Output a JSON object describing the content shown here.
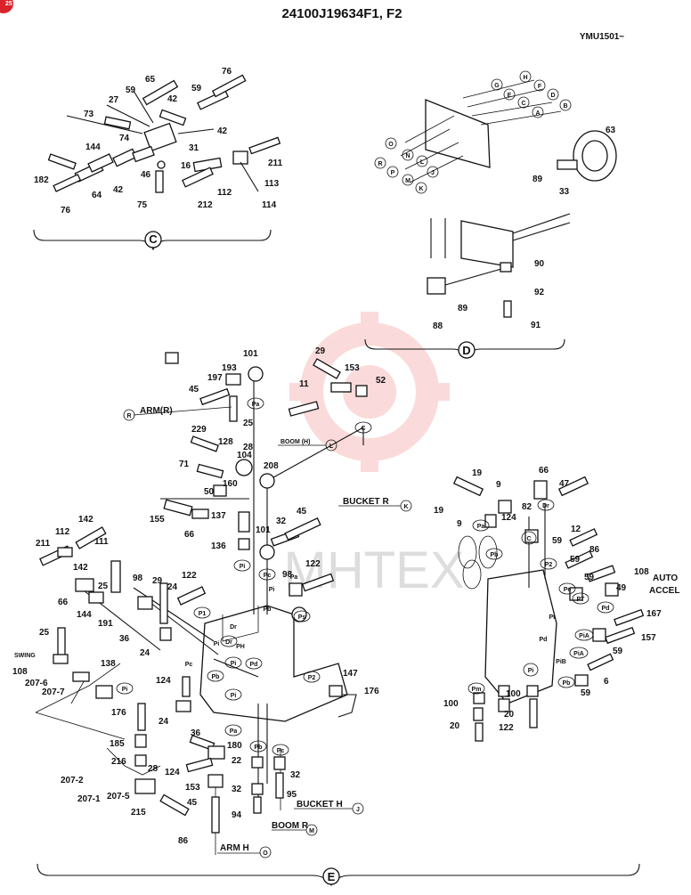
{
  "header": {
    "title": "24100J19634F1, F2",
    "model_range": "YMU1501~"
  },
  "watermark": "MHTEX",
  "sections": [
    {
      "id": "C",
      "label": "C"
    },
    {
      "id": "D",
      "label": "D"
    },
    {
      "id": "E",
      "label": "E"
    }
  ],
  "callouts": {
    "c": [
      "76",
      "65",
      "59",
      "59",
      "27",
      "42",
      "73",
      "74",
      "42",
      "31",
      "144",
      "16",
      "211",
      "182",
      "46",
      "64",
      "42",
      "113",
      "76",
      "75",
      "212",
      "112",
      "114"
    ],
    "d": [
      "H",
      "G",
      "F",
      "E",
      "D",
      "C",
      "B",
      "A",
      "O",
      "N",
      "L",
      "P",
      "J",
      "R",
      "M",
      "K",
      "63",
      "89",
      "33",
      "90",
      "89",
      "92",
      "88",
      "91"
    ],
    "e_top": [
      "101",
      "29",
      "193",
      "197",
      "153",
      "45",
      "11",
      "52",
      "25",
      "229",
      "128",
      "28",
      "104",
      "208",
      "71",
      "160",
      "50",
      "137",
      "155",
      "66",
      "32",
      "45",
      "136",
      "101",
      "122",
      "98"
    ],
    "e_left": [
      "142",
      "112",
      "211",
      "111",
      "142",
      "25",
      "29",
      "98",
      "24",
      "122",
      "66",
      "144",
      "191",
      "36",
      "24",
      "25",
      "108",
      "207-6",
      "207-7",
      "138",
      "124",
      "176",
      "24",
      "185",
      "216",
      "28",
      "207-2",
      "207-1",
      "207-5",
      "215",
      "36",
      "180",
      "22",
      "124",
      "153",
      "32",
      "32",
      "45",
      "94",
      "95",
      "86",
      "147",
      "176"
    ],
    "e_right": [
      "19",
      "9",
      "66",
      "47",
      "19",
      "9",
      "124",
      "82",
      "12",
      "59",
      "86",
      "108",
      "59",
      "49",
      "167",
      "157",
      "59",
      "59",
      "6",
      "59",
      "100",
      "100",
      "20",
      "20",
      "122"
    ]
  },
  "port_labels": [
    "Pi",
    "Pi",
    "Pi",
    "Pi",
    "Dr",
    "Dr",
    "Pa",
    "Pc",
    "Pb",
    "Pd",
    "P1",
    "P2",
    "Pa",
    "Pb",
    "Pc",
    "Pc",
    "Pi",
    "PH",
    "PT",
    "Pd",
    "Pi",
    "Pe",
    "Pb",
    "Pa",
    "Pb",
    "P2",
    "Dr",
    "Pa",
    "Pb",
    "C",
    "C",
    "Ps",
    "Pi",
    "PiA",
    "PiA",
    "Pt",
    "Pd",
    "PiB",
    "Pm"
  ],
  "route_labels": {
    "arm_r": "ARM(R)",
    "boom_h": "BOOM (H)",
    "bucket_r": "BUCKET R",
    "bucket_h": "BUCKET H",
    "boom_r": "BOOM R",
    "arm_h": "ARM H",
    "swing": "SWING",
    "auto_accel_1": "AUTO",
    "auto_accel_2": "ACCEL"
  },
  "route_markers": {
    "arm_r": "R",
    "boom_h": "L",
    "bucket_r": "K",
    "bucket_h": "J",
    "boom_r": "M",
    "arm_h": "O"
  },
  "corner_badge": "25"
}
